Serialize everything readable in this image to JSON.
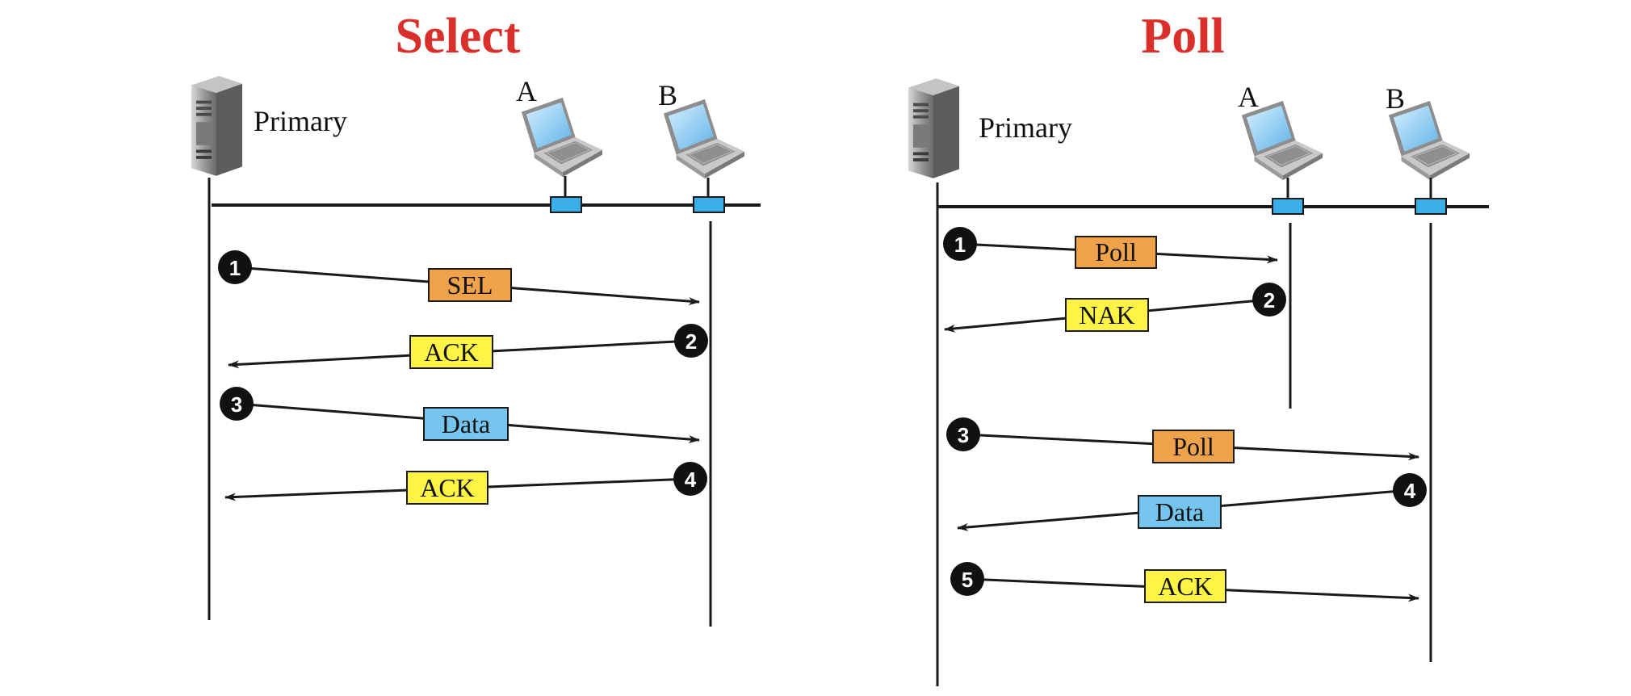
{
  "colors": {
    "title": "#d9302c",
    "orange": "#f0a24b",
    "yellow": "#fef446",
    "blue": "#76c5ee",
    "connector": "#3aaee6",
    "line": "#1a1a1a"
  },
  "panels": {
    "select": {
      "title": "Select",
      "primary_label": "Primary",
      "station_a_label": "A",
      "station_b_label": "B",
      "messages": [
        {
          "step": "1",
          "label": "SEL",
          "color": "orange",
          "direction": "primary-to-B"
        },
        {
          "step": "2",
          "label": "ACK",
          "color": "yellow",
          "direction": "B-to-primary"
        },
        {
          "step": "3",
          "label": "Data",
          "color": "blue",
          "direction": "primary-to-B"
        },
        {
          "step": "4",
          "label": "ACK",
          "color": "yellow",
          "direction": "B-to-primary"
        }
      ]
    },
    "poll": {
      "title": "Poll",
      "primary_label": "Primary",
      "station_a_label": "A",
      "station_b_label": "B",
      "messages": [
        {
          "step": "1",
          "label": "Poll",
          "color": "orange",
          "direction": "primary-to-A"
        },
        {
          "step": "2",
          "label": "NAK",
          "color": "yellow",
          "direction": "A-to-primary"
        },
        {
          "step": "3",
          "label": "Poll",
          "color": "orange",
          "direction": "primary-to-B"
        },
        {
          "step": "4",
          "label": "Data",
          "color": "blue",
          "direction": "B-to-primary"
        },
        {
          "step": "5",
          "label": "ACK",
          "color": "yellow",
          "direction": "primary-to-B"
        }
      ]
    }
  }
}
